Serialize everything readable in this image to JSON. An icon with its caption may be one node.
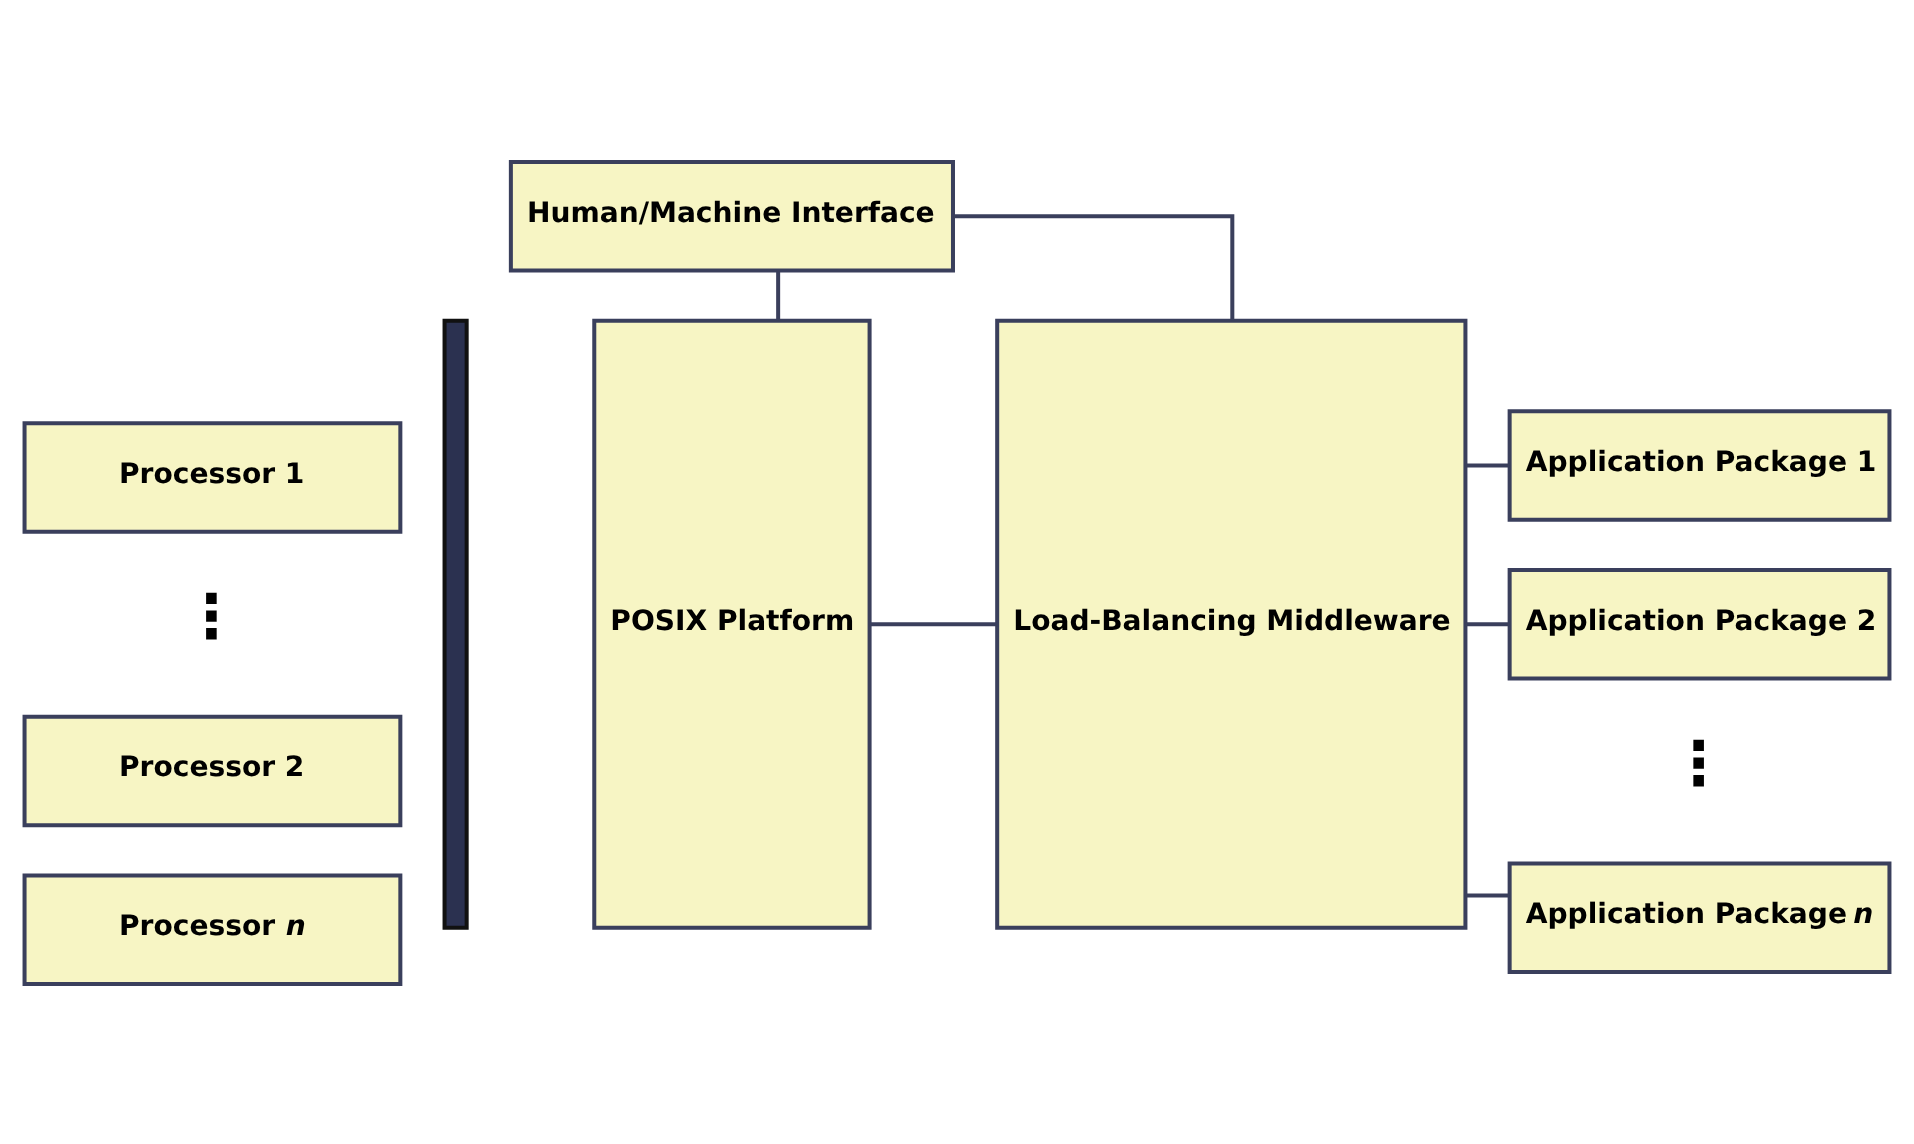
{
  "diagram": {
    "nodes": [
      {
        "text": [
          "Human/Machine Interface"
        ]
      },
      {
        "text": [
          "Processor 1"
        ]
      },
      {
        "text": [],
        "shape": "bar"
      },
      {
        "text": [
          "POSIX Platform"
        ]
      },
      {
        "text": [
          "Load-Balancing Middleware"
        ]
      },
      {
        "text": [
          "Application Package 1"
        ]
      },
      {
        "text": [
          "Processor 2"
        ]
      },
      {
        "text": [
          "Application Package 2"
        ]
      },
      {
        "text": [
          "Processor *n*"
        ]
      },
      {
        "text": [
          "Application Package *n*"
        ]
      }
    ],
    "edges": [
      {
        "from": 0,
        "to": 3,
        "arrow": "none"
      },
      {
        "from": 0,
        "to": 4,
        "arrow": "none"
      },
      {
        "from": 3,
        "to": 4,
        "arrow": "none"
      },
      {
        "from": 4,
        "to": 5,
        "arrow": "none"
      },
      {
        "from": 4,
        "to": 7,
        "arrow": "none"
      },
      {
        "from": 4,
        "to": 9,
        "arrow": "none"
      }
    ],
    "labels": [
      "⋮",
      "⋮"
    ]
  }
}
